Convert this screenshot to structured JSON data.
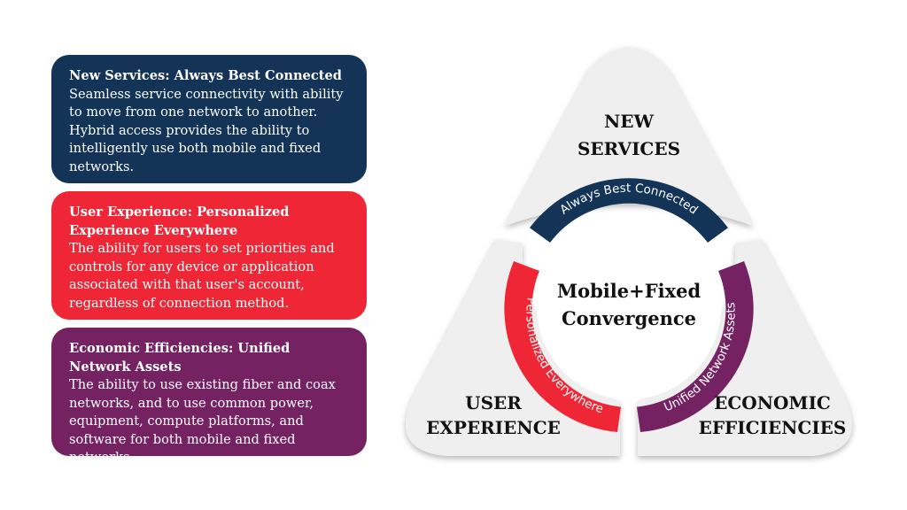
{
  "cards": [
    {
      "title": "New Services: Always Best Connected",
      "desc": "Seamless service connectivity with ability to move from one network to another. Hybrid access provides the ability to intelligently use both mobile and fixed networks.",
      "color": "#143457"
    },
    {
      "title": "User Experience: Personalized Experience Everywhere",
      "desc": "The ability for users to set priorities and controls for any device or application associated with that user's account, regardless of connection method.",
      "color": "#ee2636"
    },
    {
      "title": "Economic Efficiencies: Unified Network Assets",
      "desc": "The ability to use existing fiber and coax networks, and to use common power, equipment, compute platforms, and software for both mobile and fixed networks.",
      "color": "#752262"
    }
  ],
  "diagram": {
    "segments": {
      "top": {
        "line1": "NEW",
        "line2": "SERVICES"
      },
      "left": {
        "line1": "USER",
        "line2": "EXPERIENCE"
      },
      "right": {
        "line1": "ECONOMIC",
        "line2": "EFFICIENCIES"
      }
    },
    "arcs": {
      "top": "Always Best Connected",
      "left": "Personalized Everywhere",
      "right": "Unified Network Assets"
    },
    "center": {
      "line1": "Mobile+Fixed",
      "line2": "Convergence"
    },
    "colors": {
      "navy": "#143457",
      "red": "#ee2636",
      "purple": "#752262",
      "segment_fill": "#efefef"
    }
  }
}
